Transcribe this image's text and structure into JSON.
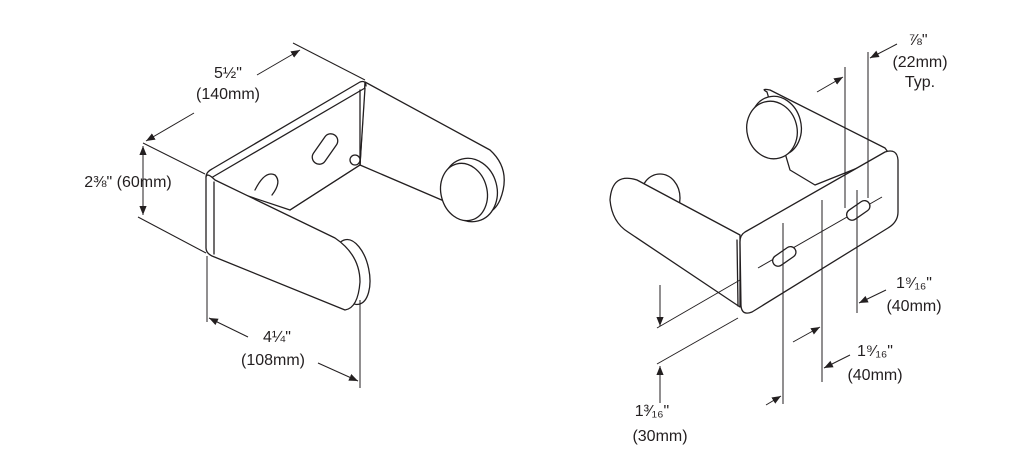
{
  "left_view": {
    "width_in": "5½\"",
    "width_mm": "(140mm)",
    "height_label": "2⅜\" (60mm)",
    "depth_in": "4¼\"",
    "depth_mm": "(108mm)"
  },
  "right_view": {
    "slot_width_in": "⅞\"",
    "slot_width_mm": "(22mm)",
    "slot_width_note": "Typ.",
    "upper_spacing_in": "1⁹⁄₁₆\"",
    "upper_spacing_mm": "(40mm)",
    "lower_spacing_in": "1⁹⁄₁₆\"",
    "lower_spacing_mm": "(40mm)",
    "vertical_offset_in": "1³⁄₁₆\"",
    "vertical_offset_mm": "(30mm)"
  }
}
